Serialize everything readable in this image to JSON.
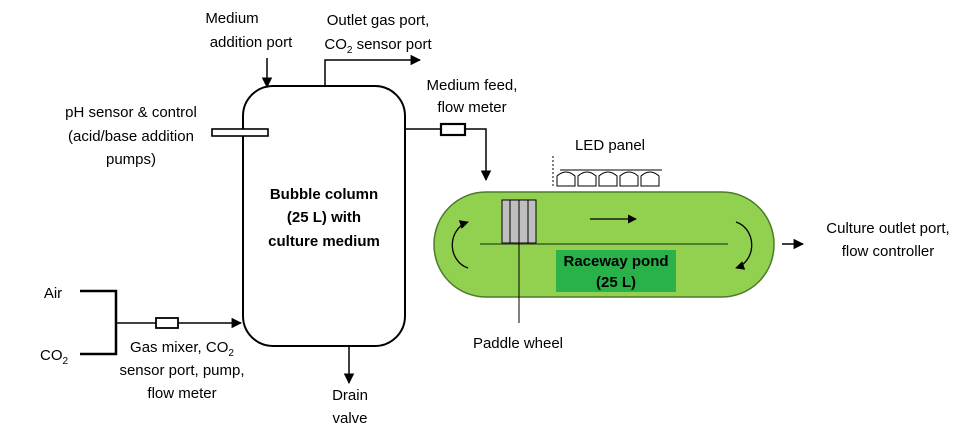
{
  "labels": {
    "medium_addition": [
      "Medium",
      "addition port"
    ],
    "outlet_gas": {
      "line1": "Outlet gas port,",
      "line2_pre": "CO",
      "line2_sub": "2",
      "line2_post": " sensor port"
    },
    "medium_feed": [
      "Medium feed,",
      "flow meter"
    ],
    "ph_sensor": [
      "pH sensor & control",
      "(acid/base addition",
      "pumps)"
    ],
    "bubble_column": [
      "Bubble column",
      "(25 L) with",
      "culture medium"
    ],
    "led_panel": "LED panel",
    "culture_outlet": [
      "Culture outlet port,",
      "flow controller"
    ],
    "air": "Air",
    "co2": {
      "pre": "CO",
      "sub": "2"
    },
    "gas_mixer": {
      "line1_pre": "Gas mixer, CO",
      "line1_sub": "2",
      "line2": "sensor port, pump,",
      "line3": "flow meter"
    },
    "raceway_pond": [
      "Raceway pond",
      "(25 L)"
    ],
    "paddle_wheel": "Paddle wheel",
    "drain_valve": [
      "Drain",
      "valve"
    ]
  },
  "colors": {
    "pond_fill": "#92d050",
    "pond_inner": "#2ab24a",
    "pond_stroke": "#4c7a2c",
    "paddle_fill": "#bfbfbf",
    "line": "#000000"
  }
}
